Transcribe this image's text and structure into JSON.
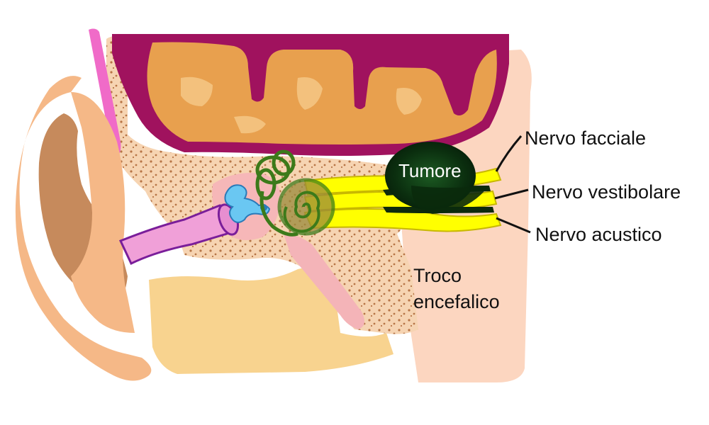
{
  "labels": {
    "tumor": "Tumore",
    "facial_nerve": "Nervo facciale",
    "vestibular_nerve": "Nervo vestibolare",
    "acoustic_nerve": "Nervo acustico",
    "brainstem_line1": "Troco",
    "brainstem_line2": "encefalico"
  },
  "colors": {
    "brain_outline": "#a0125e",
    "brain_fill": "#e8a04e",
    "bone": "#f6d4b2",
    "bone_dots": "#b06a3a",
    "skin": "#f5b887",
    "ear_inner": "#c68a5c",
    "canal": "#f0a0d8",
    "cochlea_green": "#3c7a1a",
    "tumor": "#0e3a12",
    "nerve_yellow": "#ffff00",
    "brainstem": "#fcd6c0",
    "jaw": "#f8d38f",
    "ossicles_blue": "#6ac7f2"
  }
}
